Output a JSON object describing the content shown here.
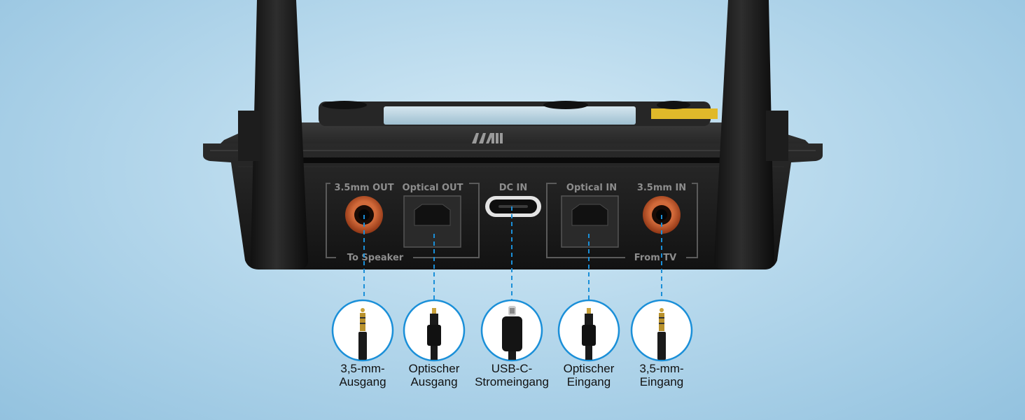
{
  "colors": {
    "background": "#b6d8ec",
    "device_body": "#1b1b1b",
    "port_ring": "#c8562a",
    "callout_line": "#1a8fd8",
    "circle_border": "#1a8fd8"
  },
  "device": {
    "brand_logo": "1Mii",
    "ports": {
      "aux_out": "3.5mm OUT",
      "optical_out": "Optical OUT",
      "dc_in": "DC IN",
      "optical_in": "Optical IN",
      "aux_in": "3.5mm IN"
    },
    "group_labels": {
      "output_group": "To Speaker",
      "input_group": "From TV"
    }
  },
  "callouts": [
    {
      "icon": "aux-plug-icon",
      "line1": "3,5-mm-",
      "line2": "Ausgang"
    },
    {
      "icon": "optical-plug-icon",
      "line1": "Optischer",
      "line2": "Ausgang"
    },
    {
      "icon": "usb-c-plug-icon",
      "line1": "USB-C-",
      "line2": "Stromeingang"
    },
    {
      "icon": "optical-plug-icon",
      "line1": "Optischer",
      "line2": "Eingang"
    },
    {
      "icon": "aux-plug-icon",
      "line1": "3,5-mm-",
      "line2": "Eingang"
    }
  ]
}
